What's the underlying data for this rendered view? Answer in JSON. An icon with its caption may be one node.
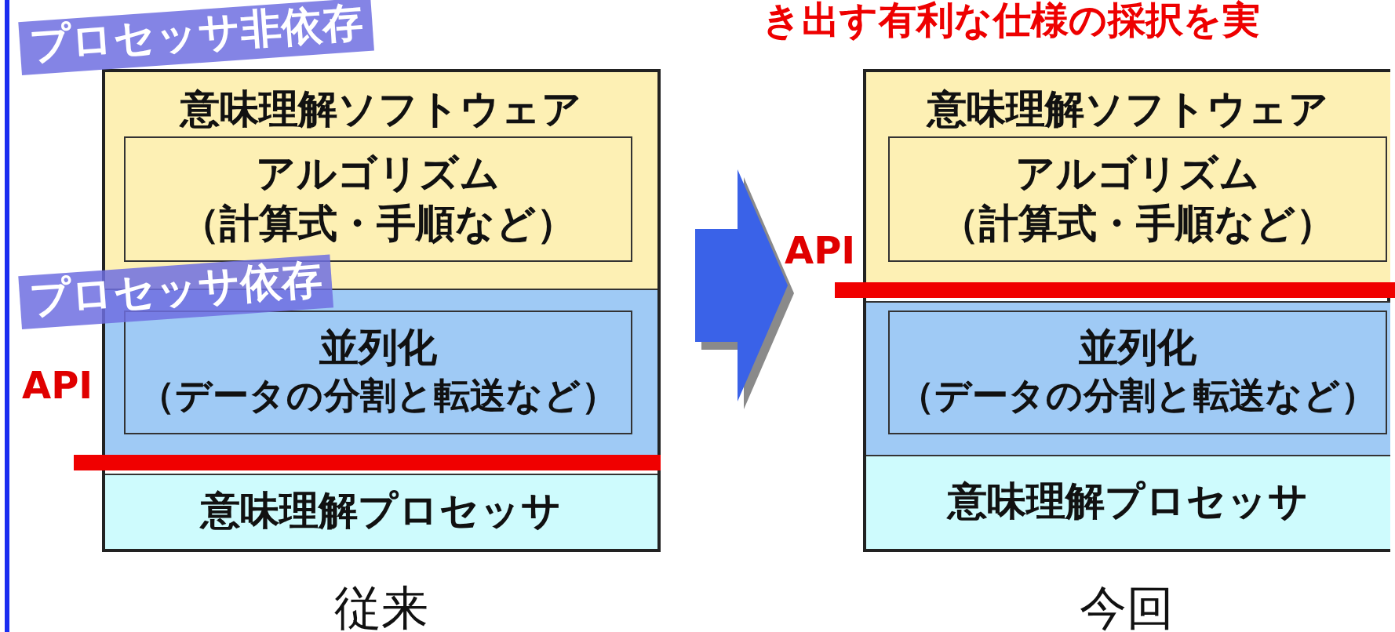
{
  "diagram": {
    "nodes": [
      {
        "text": [],
        "shape": "box",
        "beside": [
          "従来"
        ]
      },
      {
        "text": [
          "意味理解ソフトウェア"
        ],
        "in": 0
      },
      {
        "text": [
          "アルゴリズム",
          "（計算式・手順など）"
        ],
        "in": 1
      },
      {
        "text": [],
        "shape": "box",
        "in": 0
      },
      {
        "text": [
          "並列化",
          "（データの分割と転送など）"
        ],
        "in": 3
      },
      {
        "text": [
          "意味理解プロセッサ"
        ],
        "in": 0
      },
      {
        "text": [],
        "shape": "box",
        "beside": [
          "今回"
        ]
      },
      {
        "text": [
          "意味理解ソフトウェア"
        ],
        "in": 6
      },
      {
        "text": [
          "アルゴリズム",
          "（計算式・手順など）"
        ],
        "in": 7
      },
      {
        "text": [],
        "shape": "box",
        "in": 6
      },
      {
        "text": [
          "並列化",
          "（データの分割と転送など）"
        ],
        "in": 9
      },
      {
        "text": [
          "意味理解プロセッサ"
        ],
        "in": 6
      }
    ],
    "edges": [
      {
        "from": 0,
        "to": 6,
        "arrow": "to"
      }
    ],
    "labels": [
      "き出す有利な仕様の採択を実",
      "プロセッサ非依存",
      "プロセッサ依存",
      "API",
      "API"
    ]
  }
}
